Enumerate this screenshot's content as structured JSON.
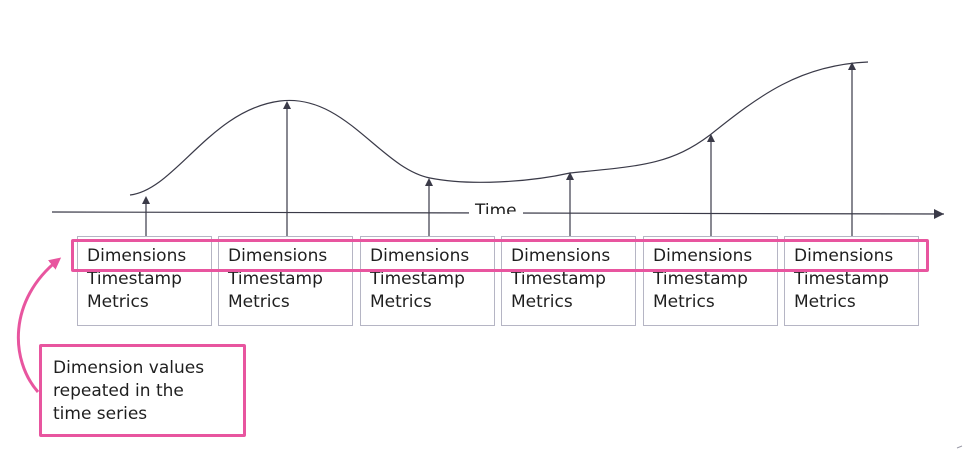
{
  "axis": {
    "label": "Time"
  },
  "records": [
    {
      "dimensions": "Dimensions",
      "timestamp": "Timestamp",
      "metrics": "Metrics"
    },
    {
      "dimensions": "Dimensions",
      "timestamp": "Timestamp",
      "metrics": "Metrics"
    },
    {
      "dimensions": "Dimensions",
      "timestamp": "Timestamp",
      "metrics": "Metrics"
    },
    {
      "dimensions": "Dimensions",
      "timestamp": "Timestamp",
      "metrics": "Metrics"
    },
    {
      "dimensions": "Dimensions",
      "timestamp": "Timestamp",
      "metrics": "Metrics"
    },
    {
      "dimensions": "Dimensions",
      "timestamp": "Timestamp",
      "metrics": "Metrics"
    }
  ],
  "callout": {
    "lines": [
      "Dimension values",
      "repeated in the",
      "time series"
    ]
  },
  "colors": {
    "highlight": "#e8559f",
    "stroke": "#3a3a48",
    "box_border": "#b5b5c4"
  }
}
